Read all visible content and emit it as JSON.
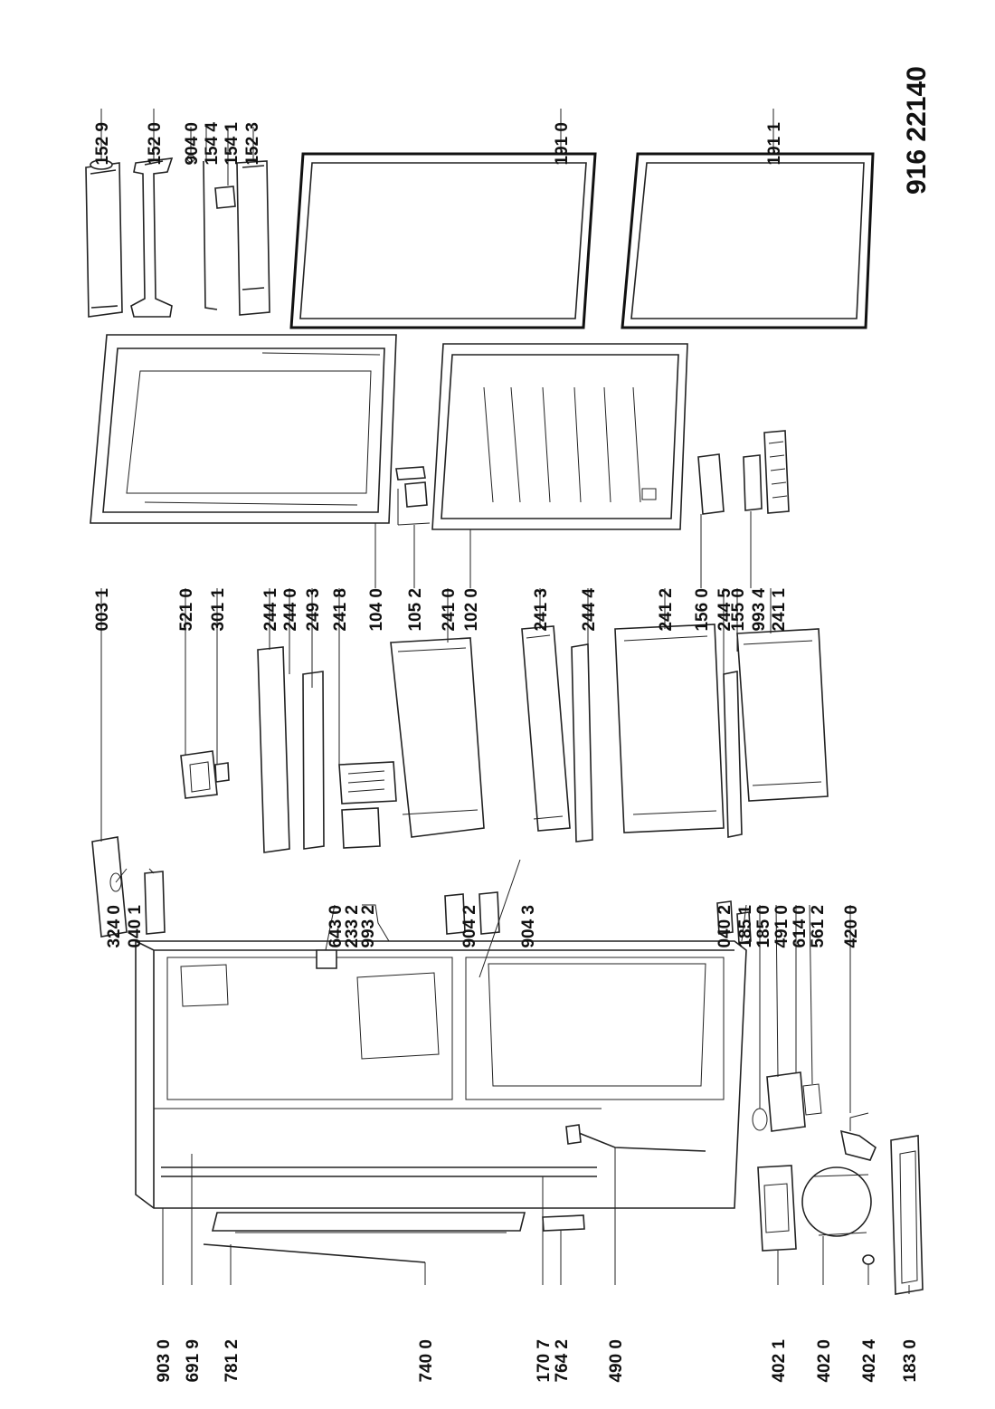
{
  "drawing_code": "916 22140",
  "labels": {
    "l1529": "152 9",
    "l1520": "152 0",
    "l9040": "904 0",
    "l1544": "154 4",
    "l1541": "154 1",
    "l1523": "152 3",
    "l1910": "191 0",
    "l1911": "191 1",
    "l0031": "003 1",
    "l5210": "521 0",
    "l3011": "301 1",
    "l2441": "244 1",
    "l2440": "244 0",
    "l2493": "249 3",
    "l2418": "241 8",
    "l1040": "104 0",
    "l1052": "105 2",
    "l2410": "241 0",
    "l1020": "102 0",
    "l2413": "241 3",
    "l2444": "244 4",
    "l2412": "241 2",
    "l1560": "156 0",
    "l2445": "244 5",
    "l1550": "155 0",
    "l9934": "993 4",
    "l2411": "241 1",
    "l3240": "324 0",
    "l0401": "040 1",
    "l6430": "643 0",
    "l2332": "233 2",
    "l9932": "993 2",
    "l9042": "904 2",
    "l9043": "904 3",
    "l0402": "040 2",
    "l1851": "185 1",
    "l1850": "185 0",
    "l4910": "491 0",
    "l6140": "614 0",
    "l5612": "561 2",
    "l4200": "420 0",
    "l9030": "903 0",
    "l6919": "691 9",
    "l7812": "781 2",
    "l7400": "740 0",
    "l1707": "170 7",
    "l7642": "764 2",
    "l4900": "490 0",
    "l4021": "402 1",
    "l4020": "402 0",
    "l4024": "402 4",
    "l1830": "183 0"
  }
}
